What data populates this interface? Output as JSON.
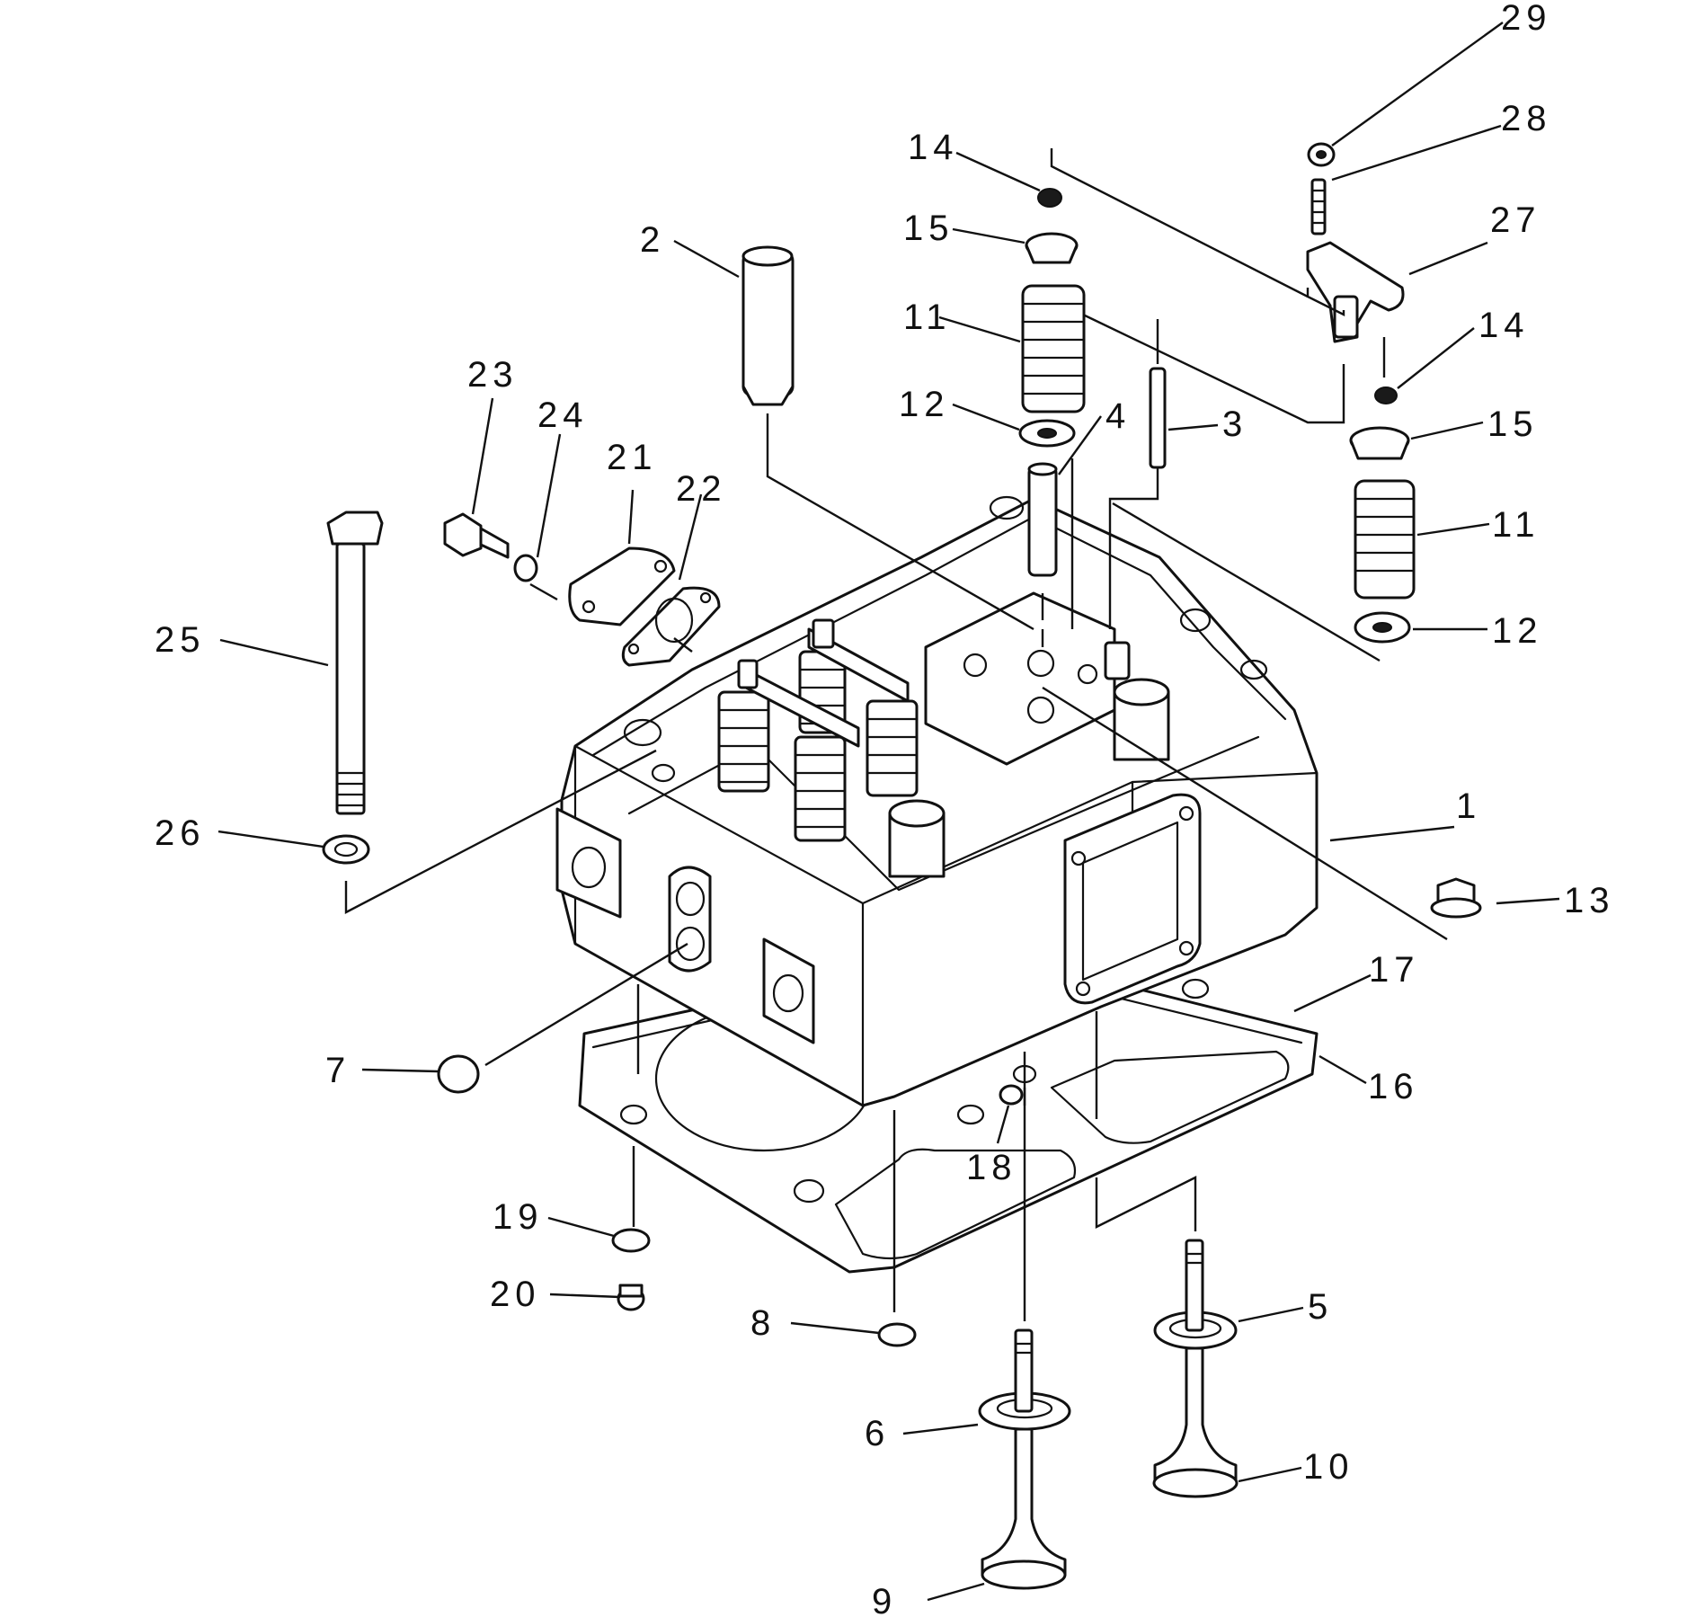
{
  "diagram": {
    "type": "exploded-parts-view",
    "callouts": [
      "1",
      "2",
      "3",
      "4",
      "5",
      "6",
      "7",
      "8",
      "9",
      "10",
      "11",
      "12",
      "13",
      "14",
      "15",
      "16",
      "17",
      "18",
      "19",
      "20",
      "21",
      "22",
      "23",
      "24",
      "25",
      "26",
      "27",
      "28",
      "29"
    ]
  }
}
